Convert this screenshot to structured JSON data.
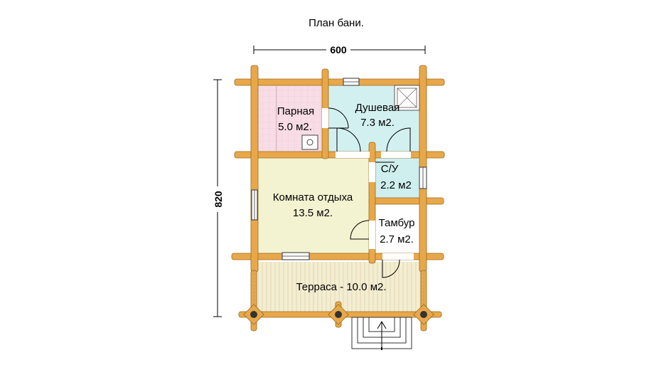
{
  "title": "План бани.",
  "dimensions": {
    "width": "600",
    "height": "820"
  },
  "rooms": {
    "parnaya": {
      "name": "Парная",
      "area": "5.0 м2."
    },
    "dushevaya": {
      "name": "Душевая",
      "area": "7.3 м2."
    },
    "su": {
      "name": "С/У",
      "area": "2.2 м2"
    },
    "komnata": {
      "name": "Комната отдыха",
      "area": "13.5 м2."
    },
    "tambur": {
      "name": "Тамбур",
      "area": "2.7 м2."
    },
    "terrasa": {
      "label": "Терраса - 10.0 м2."
    }
  },
  "colors": {
    "log": "#E8A84A",
    "log_edge": "#9A6A20",
    "parnaya_floor": "#F8DDE6",
    "shower_floor": "#D3F0F0",
    "su_floor": "#CFEEEE",
    "room_floor": "#F3F3D2",
    "terrace_floor": "#F3EED2"
  }
}
